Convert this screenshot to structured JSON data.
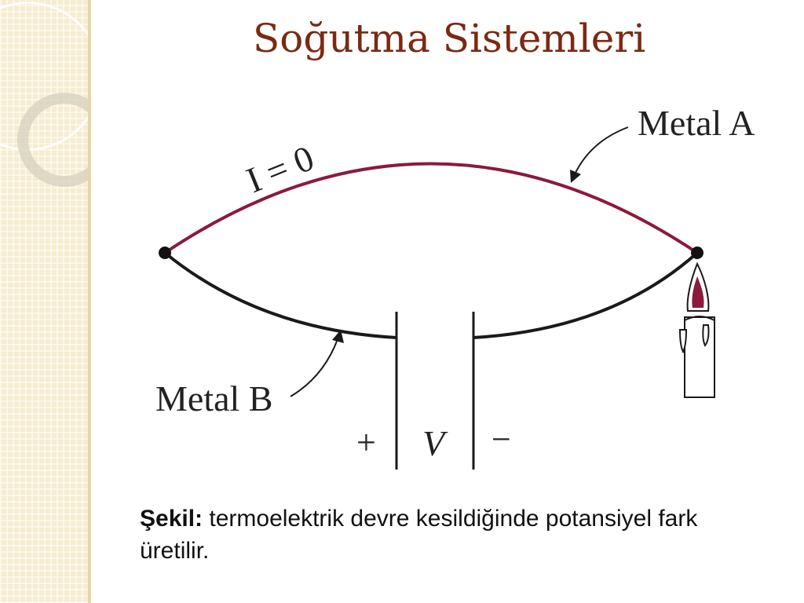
{
  "slide": {
    "title": "Soğutma Sistemleri"
  },
  "diagram": {
    "wire_a_label": "Metal A",
    "wire_b_label": "Metal B",
    "current_label": "I = 0",
    "plus_label": "+",
    "voltage_label": "V",
    "minus_label": "−"
  },
  "caption": {
    "bold_prefix": "Şekil:",
    "text": " termoelektrik devre kesildiğinde potansiyel fark üretilir."
  },
  "colors": {
    "metal_a": "#8b1a3c",
    "metal_b": "#1a1a1a",
    "title": "#7a2a12",
    "flame": "#8b1a3c"
  }
}
